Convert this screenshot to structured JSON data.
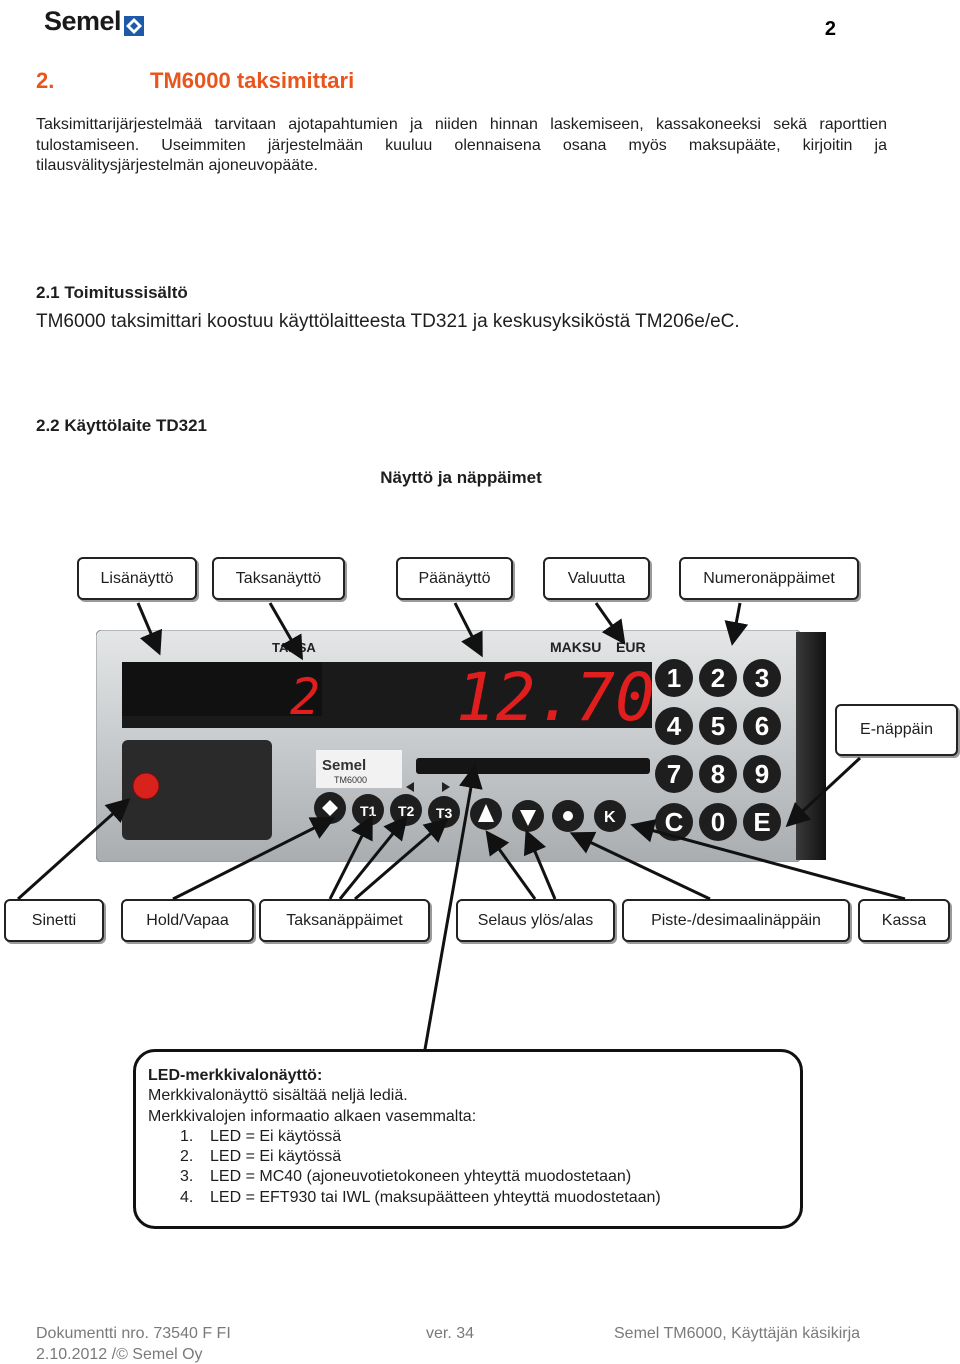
{
  "header": {
    "logo_text": "Semel",
    "page_number": "2"
  },
  "section": {
    "number": "2.",
    "title": "TM6000 taksimittari",
    "intro": [
      "Taksimittarijärjestelmää tarvitaan ajotapahtumien ja niiden hinnan laskemiseen, kassakoneeksi sekä raporttien tulostamiseen. Useimmiten järjestelmään kuuluu olennaisena osana myös maksupääte, kirjoitin ja tilausvälitysjärjestelmän ajoneuvopääte."
    ]
  },
  "sub1": {
    "title": "2.1 Toimitussisältö",
    "text": "TM6000 taksimittari koostuu käyttölaitteesta TD321 ja keskusyksiköstä TM206e/eC."
  },
  "sub2": {
    "title": "2.2 Käyttölaite TD321"
  },
  "figure": {
    "title": "Näyttö ja näppäimet",
    "callouts_top": [
      "Lisänäyttö",
      "Taksanäyttö",
      "Päänäyttö",
      "Valuutta",
      "Numeronäppäimet"
    ],
    "callout_right": "E-näppäin",
    "callouts_bottom": [
      "Sinetti",
      "Hold/Vapaa",
      "Taksanäppäimet",
      "Selaus ylös/alas",
      "Piste-/desimaalinäppäin",
      "Kassa"
    ],
    "device": {
      "label_taksa": "TAKSA",
      "label_maksu": "MAKSU",
      "label_eur": "EUR",
      "taksa_value": "2",
      "main_value": "12.70",
      "brand": "Semel",
      "model": "TM6000",
      "keypad": [
        "1",
        "2",
        "3",
        "4",
        "5",
        "6",
        "7",
        "8",
        "9",
        "C",
        "0",
        "E"
      ],
      "function_keys": [
        "T1",
        "T2",
        "T3",
        "K"
      ]
    },
    "led_box": {
      "heading": "LED-merkkivalonäyttö:",
      "lines": [
        "Merkkivalonäyttö sisältää neljä lediä.",
        "Merkkivalojen informaatio alkaen vasemmalta:"
      ],
      "items": [
        {
          "num": "1.",
          "text": "LED = Ei käytössä"
        },
        {
          "num": "2.",
          "text": "LED = Ei käytössä"
        },
        {
          "num": "3.",
          "text": "LED = MC40 (ajoneuvotietokoneen yhteyttä muodostetaan)"
        },
        {
          "num": "4.",
          "text": "LED = EFT930 tai IWL (maksupäätteen yhteyttä muodostetaan)"
        }
      ]
    }
  },
  "footer": {
    "doc": "Dokumentti nro. 73540 F FI",
    "date": "2.10.2012 /© Semel Oy",
    "version": "ver. 34",
    "manual": "Semel TM6000, Käyttäjän käsikirja"
  }
}
